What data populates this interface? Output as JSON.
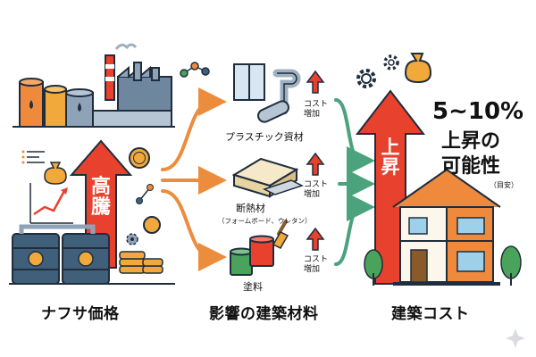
{
  "colors": {
    "red_arrow": "#e8412e",
    "orange_arrow": "#ec8d3d",
    "green_arrow": "#4aa37c",
    "dark": "#1f2d3d",
    "gold": "#f2a93b",
    "blue_tank": "#3f5f7a",
    "house_orange": "#ef8a3c",
    "tree_green": "#4aa35a"
  },
  "sections": {
    "naphtha": {
      "label": "ナフサ価格",
      "surge_text": "高騰"
    },
    "materials": {
      "label": "影響の建築材料"
    },
    "cost": {
      "label": "建築コスト",
      "rise_text": "上昇"
    }
  },
  "materials": [
    {
      "name": "プラスチック資材",
      "sub": "",
      "icon": "pipe-window-icon",
      "badge": "コスト\n増加"
    },
    {
      "name": "断熱材",
      "sub": "（フォームボード、ウレタン）",
      "icon": "insulation-board-icon",
      "badge": "コスト\n増加"
    },
    {
      "name": "塗料",
      "sub": "",
      "icon": "paint-can-icon",
      "badge": "コスト\n増加"
    }
  ],
  "result": {
    "percent": "5~10%",
    "line2": "上昇の",
    "line3": "可能性",
    "note": "（目安）"
  },
  "icons": {
    "factory": "factory-icon",
    "oil_drums": "oil-drum-icon",
    "coins": "coin-stack-icon",
    "money_bag": "money-bag-icon",
    "gear": "gear-icon",
    "rising_chart": "rising-chart-icon",
    "house": "house-icon"
  }
}
